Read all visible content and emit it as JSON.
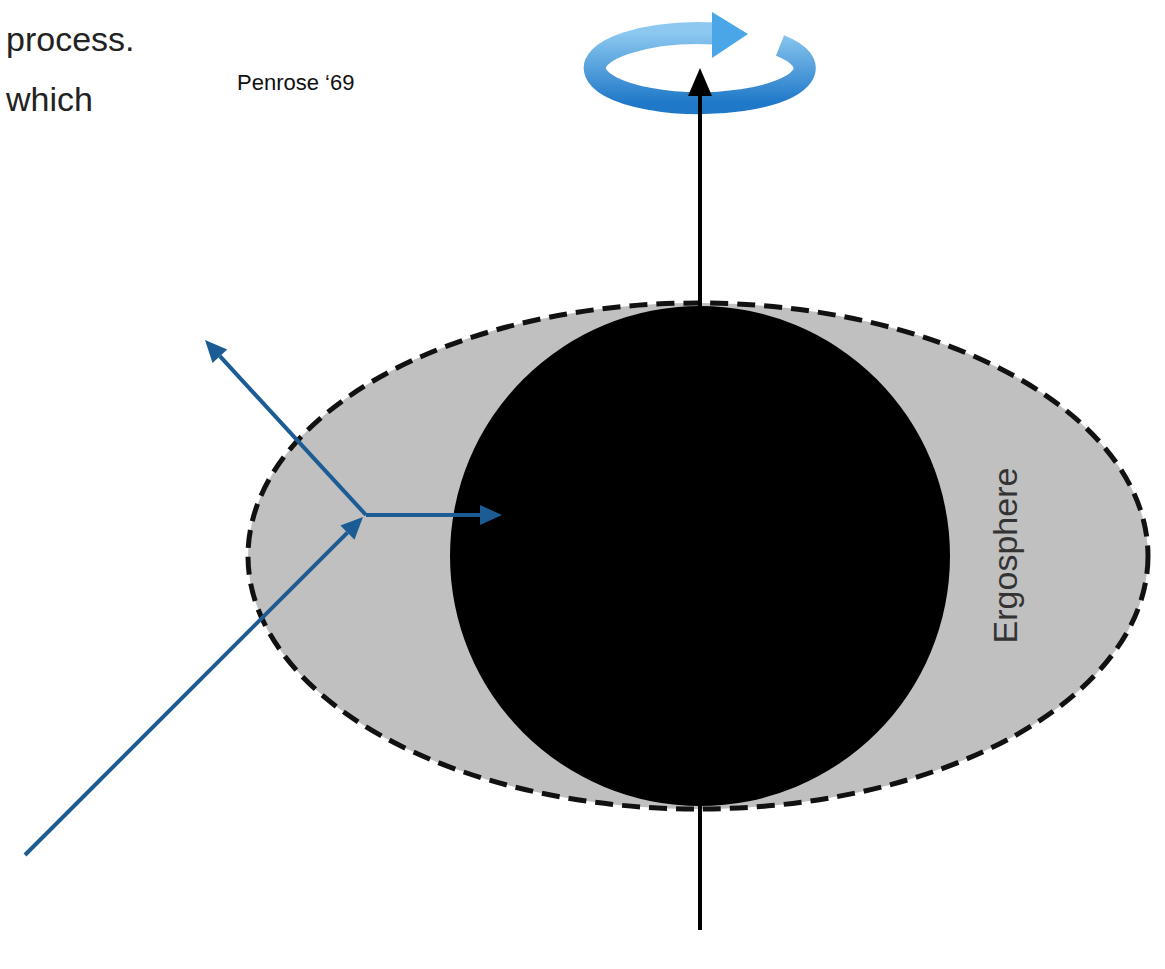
{
  "diagram": {
    "nodes": [
      {
        "text": [
          "Ergosphere"
        ]
      }
    ],
    "labels": [
      "process.",
      "which",
      "Penrose ‘69"
    ]
  }
}
